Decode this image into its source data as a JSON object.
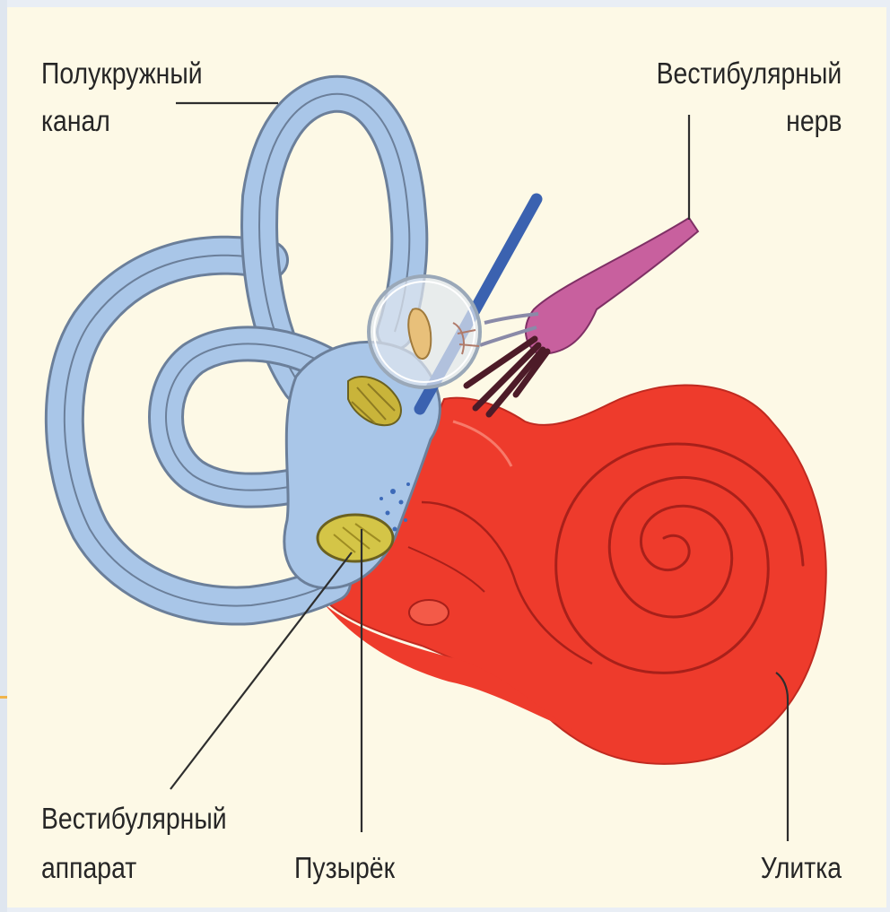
{
  "labels": {
    "semicircular_canal": {
      "line1": "Полукружный",
      "line2": "канал"
    },
    "vestibular_nerve": {
      "line1": "Вестибулярный",
      "line2": "нерв"
    },
    "vestibular_apparatus": {
      "line1": "Вестибулярный",
      "line2": "аппарат"
    },
    "vesicle": "Пузырёк",
    "cochlea": "Улитка"
  },
  "colors": {
    "background": "#fdf9e6",
    "labyrinth": "#a9c6e8",
    "labyrinth_outline": "#6b7f9a",
    "cochlea": "#ee3b2c",
    "cochlea_line": "#a8201a",
    "nerve": "#c8609e",
    "vesicle": "#d4c547",
    "probe": "#3b62b0"
  }
}
